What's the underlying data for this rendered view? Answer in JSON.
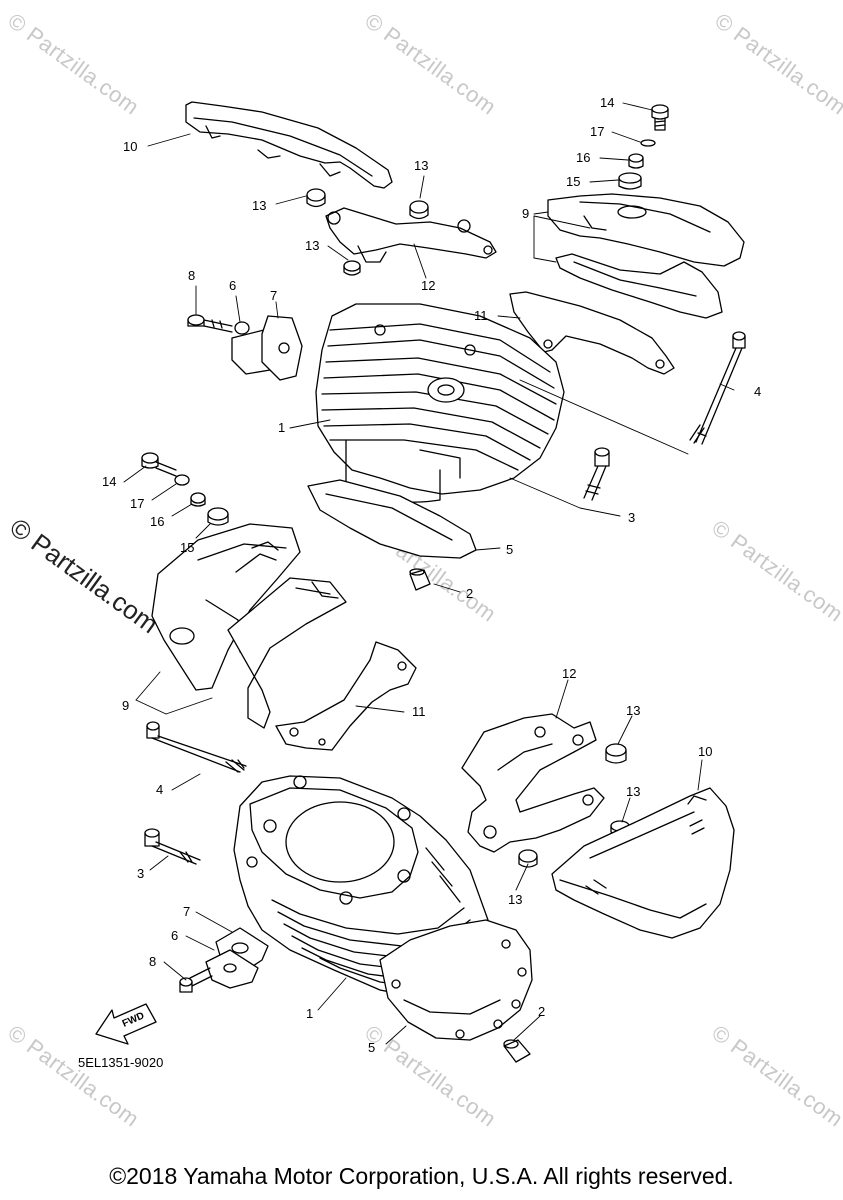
{
  "watermark": "© Partzilla.com",
  "watermark_main": "© Partzilla.com",
  "diagram_code": "5EL1351-9020",
  "fwd_label": "FWD",
  "copyright": "©2018 Yamaha Motor Corporation, U.S.A. All rights reserved.",
  "callouts": {
    "n1": "1",
    "n2": "2",
    "n3": "3",
    "n4": "4",
    "n5": "5",
    "n6": "6",
    "n7": "7",
    "n8": "8",
    "n9": "9",
    "n10": "10",
    "n11": "11",
    "n12": "12",
    "n13": "13",
    "n14": "14",
    "n15": "15",
    "n16": "16",
    "n17": "17"
  }
}
